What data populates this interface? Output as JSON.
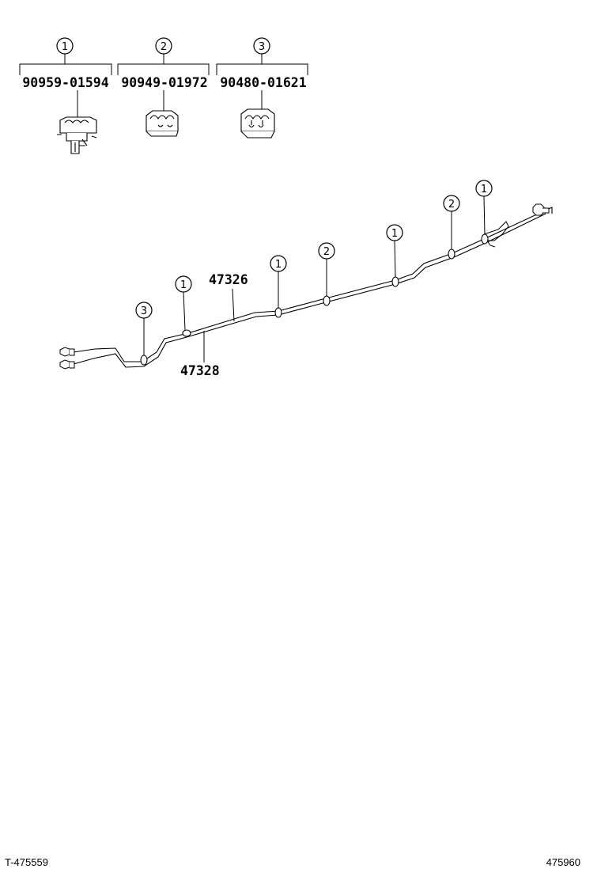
{
  "legend": [
    {
      "callout": "1",
      "part_number": "90959-01594"
    },
    {
      "callout": "2",
      "part_number": "90949-01972"
    },
    {
      "callout": "3",
      "part_number": "90480-01621"
    }
  ],
  "tube_labels": {
    "upper": "47326",
    "lower": "47328"
  },
  "clamp_callouts": [
    "3",
    "1",
    "1",
    "2",
    "1",
    "2",
    "1"
  ],
  "footer": {
    "left_ref": "T-475559",
    "right_ref": "475960"
  }
}
